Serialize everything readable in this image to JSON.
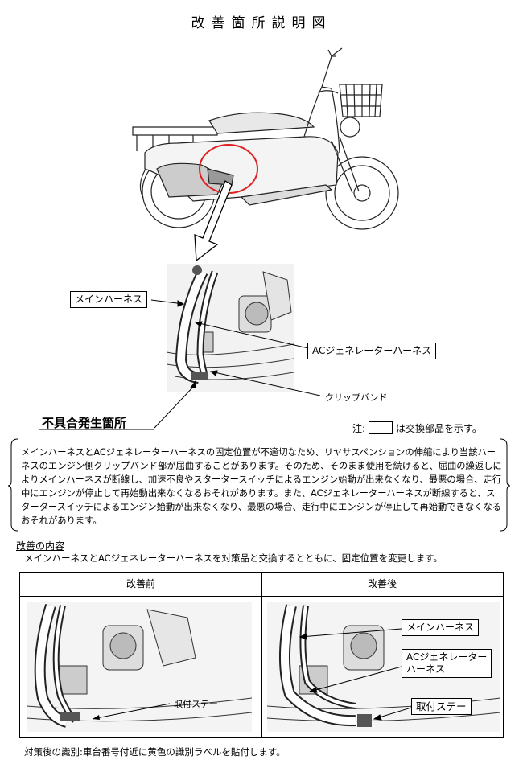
{
  "title": "改善箇所説明図",
  "labels": {
    "main_harness": "メインハーネス",
    "ac_harness": "ACジェネレーターハーネス",
    "clip_band": "クリップバンド",
    "defect_location": "不具合発生箇所"
  },
  "note": {
    "prefix": "注:",
    "suffix": "は交換部品を示す。"
  },
  "description": "メインハーネスとACジェネレーターハーネスの固定位置が不適切なため、リヤサスペンションの伸縮により当該ハーネスのエンジン側クリップバンド部が屈曲することがあります。そのため、そのまま使用を続けると、屈曲の繰返しによりメインハーネスが断線し、加速不良やスタータースイッチによるエンジン始動が出来なくなり、最悪の場合、走行中にエンジンが停止して再始動出来なくなるおそれがあります。また、ACジェネレーターハーネスが断線すると、スタータースイッチによるエンジン始動が出来なくなり、最悪の場合、走行中にエンジンが停止して再始動できなくなるおそれがあります。",
  "improvement": {
    "heading": "改善の内容",
    "text": "メインハーネスとACジェネレーターハーネスを対策品と交換するとともに、固定位置を変更します。"
  },
  "comparison": {
    "before": {
      "header": "改善前",
      "mount_stay": "取付ステー"
    },
    "after": {
      "header": "改善後",
      "main_harness": "メインハーネス",
      "ac_harness_line1": "ACジェネレーター",
      "ac_harness_line2": "ハーネス",
      "mount_stay": "取付ステー"
    }
  },
  "footer": "対策後の識別:車台番号付近に黄色の識別ラベルを貼付します。"
}
